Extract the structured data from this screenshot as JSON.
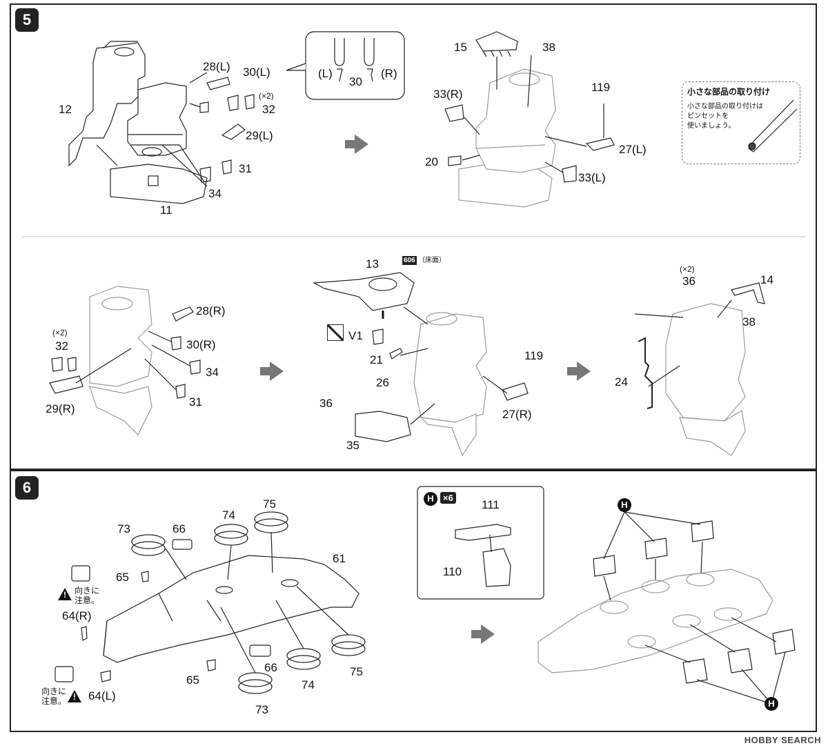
{
  "steps": {
    "s5": "5",
    "s6": "6"
  },
  "labels": {
    "p12": "12",
    "p11": "11",
    "p28L": "28(L)",
    "p30L": "30(L)",
    "x2a": "(×2)",
    "p32a": "32",
    "p29L": "29(L)",
    "p31a": "31",
    "p34a": "34",
    "cL": "(L)",
    "c30": "30",
    "cR": "(R)",
    "p15": "15",
    "p38a": "38",
    "p33R": "33(R)",
    "p119a": "119",
    "p27L": "27(L)",
    "p20": "20",
    "p33L": "33(L)",
    "x2b": "(×2)",
    "p32b": "32",
    "p28R": "28(R)",
    "p30R": "30(R)",
    "p34b": "34",
    "p31b": "31",
    "p29R": "29(R)",
    "p13": "13",
    "p606": "606",
    "floor": "（床面）",
    "v1": "V1",
    "p21": "21",
    "p26": "26",
    "p36a": "36",
    "p35": "35",
    "p119b": "119",
    "p27R": "27(R)",
    "x2c": "(×2)",
    "p36b": "36",
    "p14": "14",
    "p38b": "38",
    "p24": "24",
    "p73a": "73",
    "p66a": "66",
    "p74a": "74",
    "p75a": "75",
    "p61": "61",
    "p65a": "65",
    "p64R": "64(R)",
    "p65b": "65",
    "p66b": "66",
    "p74b": "74",
    "p75b": "75",
    "p73b": "73",
    "p64L": "64(L)",
    "H": "H",
    "x6": "×6",
    "p111": "111",
    "p110": "110"
  },
  "notes": {
    "tip_title": "小さな部品の取り付け",
    "tip_l1": "小さな部品の取り付けは",
    "tip_l2": "ピンセットを",
    "tip_l3": "使いましょう。",
    "caution1a": "向きに",
    "caution1b": "注意。",
    "caution2a": "向きに",
    "caution2b": "注意。"
  },
  "watermark": "HOBBY SEARCH"
}
